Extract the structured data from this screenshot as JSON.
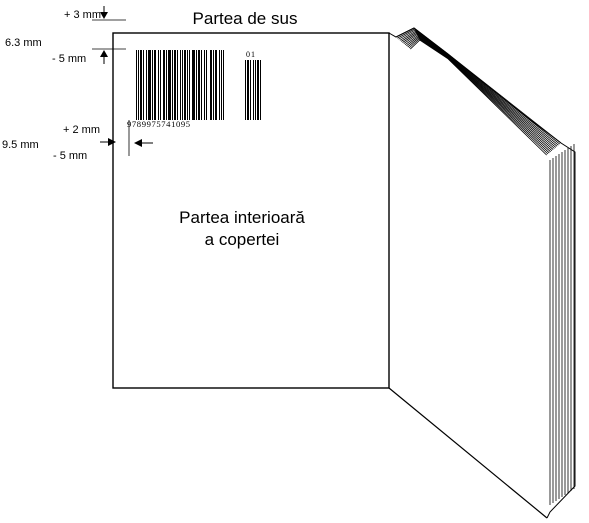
{
  "diagram": {
    "top_title": "Partea de sus",
    "inner_cover_line1": "Partea interioară",
    "inner_cover_line2": "a copertei",
    "vertical_dim": {
      "plus": "+ 3 mm",
      "nominal": "6.3 mm",
      "minus": "- 5 mm"
    },
    "horizontal_dim": {
      "plus": "+ 2 mm",
      "nominal": "9.5 mm",
      "minus": "- 5 mm"
    },
    "barcode": {
      "digits": "9789975741095",
      "addon": "01"
    }
  },
  "colors": {
    "ink": "#000000",
    "paper": "#ffffff"
  }
}
